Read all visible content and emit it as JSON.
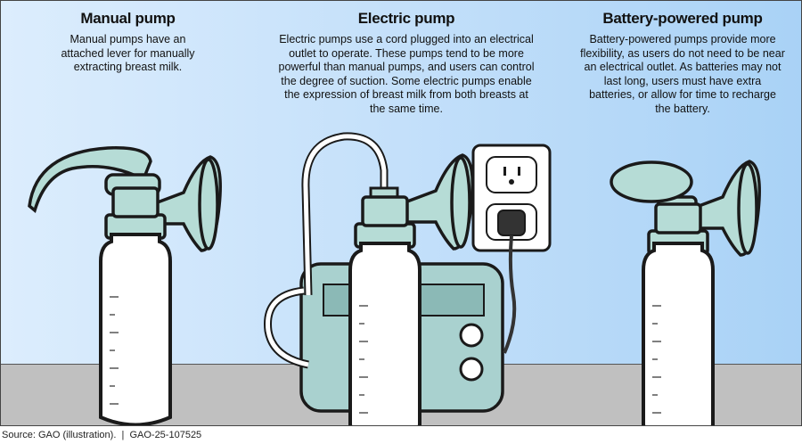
{
  "panels": [
    {
      "title": "Manual pump",
      "description": "Manual pumps have an attached lever for manually extracting breast milk."
    },
    {
      "title": "Electric pump",
      "description": "Electric pumps use a cord plugged into an electrical outlet to operate. These pumps tend to be more powerful than manual pumps, and users can control the degree of suction. Some electric pumps enable the expression of breast milk from both breasts at the same time."
    },
    {
      "title": "Battery-powered pump",
      "description": "Battery-powered pumps provide more flexibility, as users do not need to be near an electrical outlet. As batteries may not last long, users must have extra batteries, or allow for time to recharge the battery."
    }
  ],
  "footer": {
    "source": "Source: GAO (illustration).  |  GAO-25-107525"
  },
  "colors": {
    "pump_teal": "#b6dcd6",
    "bottle": "#ffffff",
    "floor": "#c0c0c0",
    "outline": "#1a1a1a"
  }
}
